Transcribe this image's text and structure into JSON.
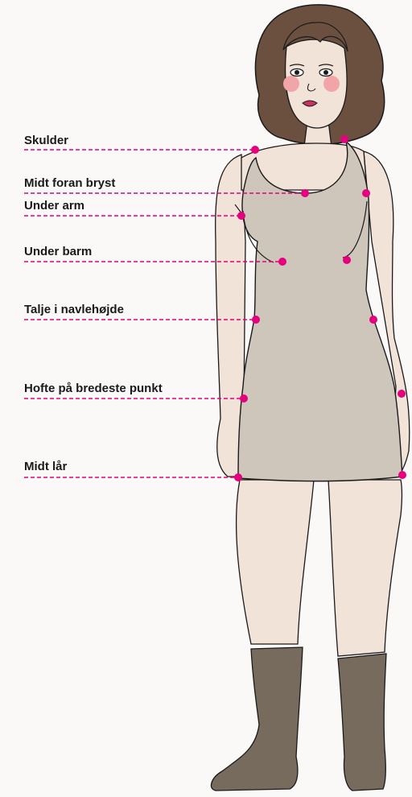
{
  "measurement_points": [
    {
      "id": "shoulder",
      "label": "Skulder"
    },
    {
      "id": "mid-chest",
      "label": "Midt foran bryst"
    },
    {
      "id": "under-arm",
      "label": "Under arm"
    },
    {
      "id": "under-bust",
      "label": "Under barm"
    },
    {
      "id": "waist",
      "label": "Talje i navlehøjde"
    },
    {
      "id": "hip",
      "label": "Hofte på bredeste punkt"
    },
    {
      "id": "mid-thigh",
      "label": "Midt lår"
    }
  ],
  "colors": {
    "background": "#fbf9f8",
    "skin": "#f2e3d9",
    "dress": "#cec6bb",
    "hair": "#6b5040",
    "socks": "#776b5d",
    "marker": "#e5007d",
    "cheek": "#f2a5a8",
    "lips": "#c9335d",
    "outline": "#1a1a1a"
  }
}
